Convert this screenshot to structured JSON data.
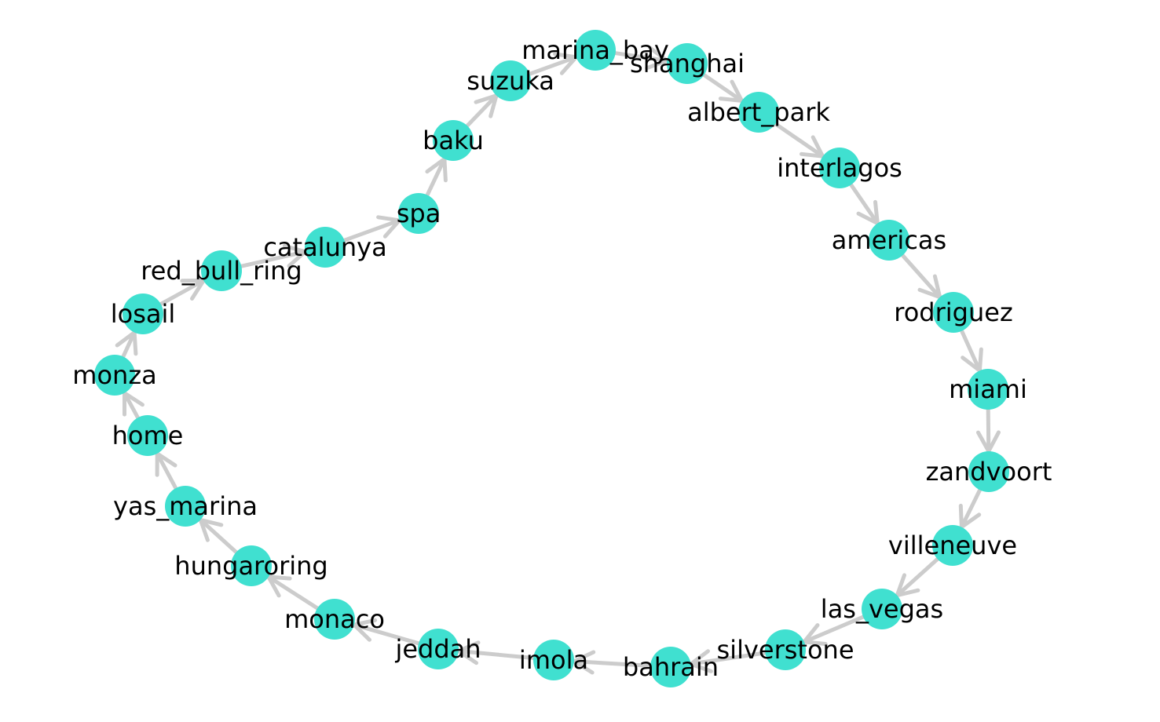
{
  "graph": {
    "type": "directed-cycle",
    "node_color": "#40e0d0",
    "edge_color": "#cccccc",
    "label_color": "#000000",
    "nodes": [
      {
        "id": "home",
        "label": "home"
      },
      {
        "id": "monza",
        "label": "monza"
      },
      {
        "id": "losail",
        "label": "losail"
      },
      {
        "id": "red_bull_ring",
        "label": "red_bull_ring"
      },
      {
        "id": "catalunya",
        "label": "catalunya"
      },
      {
        "id": "spa",
        "label": "spa"
      },
      {
        "id": "baku",
        "label": "baku"
      },
      {
        "id": "suzuka",
        "label": "suzuka"
      },
      {
        "id": "marina_bay",
        "label": "marina_bay"
      },
      {
        "id": "shanghai",
        "label": "shanghai"
      },
      {
        "id": "albert_park",
        "label": "albert_park"
      },
      {
        "id": "interlagos",
        "label": "interlagos"
      },
      {
        "id": "americas",
        "label": "americas"
      },
      {
        "id": "rodriguez",
        "label": "rodriguez"
      },
      {
        "id": "miami",
        "label": "miami"
      },
      {
        "id": "zandvoort",
        "label": "zandvoort"
      },
      {
        "id": "villeneuve",
        "label": "villeneuve"
      },
      {
        "id": "las_vegas",
        "label": "las_vegas"
      },
      {
        "id": "silverstone",
        "label": "silverstone"
      },
      {
        "id": "bahrain",
        "label": "bahrain"
      },
      {
        "id": "imola",
        "label": "imola"
      },
      {
        "id": "jeddah",
        "label": "jeddah"
      },
      {
        "id": "monaco",
        "label": "monaco"
      },
      {
        "id": "hungaroring",
        "label": "hungaroring"
      },
      {
        "id": "yas_marina",
        "label": "yas_marina"
      }
    ],
    "edges": [
      [
        "home",
        "monza"
      ],
      [
        "monza",
        "losail"
      ],
      [
        "losail",
        "red_bull_ring"
      ],
      [
        "red_bull_ring",
        "catalunya"
      ],
      [
        "catalunya",
        "spa"
      ],
      [
        "spa",
        "baku"
      ],
      [
        "baku",
        "suzuka"
      ],
      [
        "suzuka",
        "marina_bay"
      ],
      [
        "marina_bay",
        "shanghai"
      ],
      [
        "shanghai",
        "albert_park"
      ],
      [
        "albert_park",
        "interlagos"
      ],
      [
        "interlagos",
        "americas"
      ],
      [
        "americas",
        "rodriguez"
      ],
      [
        "rodriguez",
        "miami"
      ],
      [
        "miami",
        "zandvoort"
      ],
      [
        "zandvoort",
        "villeneuve"
      ],
      [
        "villeneuve",
        "las_vegas"
      ],
      [
        "las_vegas",
        "silverstone"
      ],
      [
        "silverstone",
        "bahrain"
      ],
      [
        "bahrain",
        "imola"
      ],
      [
        "imola",
        "jeddah"
      ],
      [
        "jeddah",
        "monaco"
      ],
      [
        "monaco",
        "hungaroring"
      ],
      [
        "hungaroring",
        "yas_marina"
      ],
      [
        "yas_marina",
        "home"
      ]
    ]
  }
}
